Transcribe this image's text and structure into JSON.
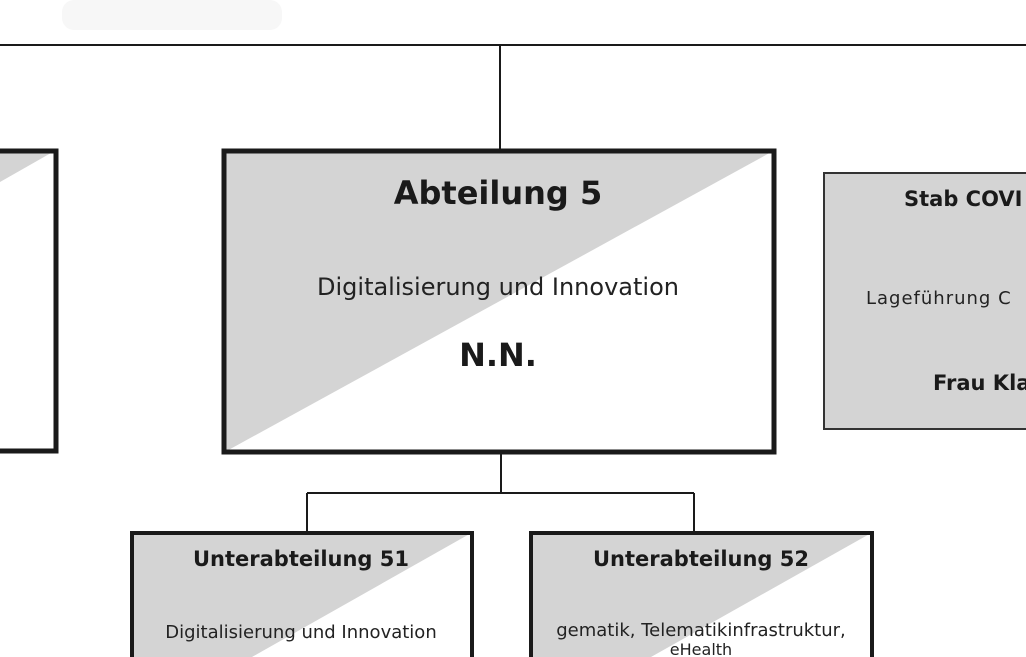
{
  "colors": {
    "box_fill": "#d4d4d4",
    "line": "#1a1a1a",
    "background": "#ffffff"
  },
  "abteilung5": {
    "title": "Abteilung 5",
    "description": "Digitalisierung und Innovation",
    "head": "N.N."
  },
  "stab": {
    "title": "Stab COVI",
    "description": "Lageführung C",
    "head": "Frau Kla"
  },
  "unterabteilungen": [
    {
      "title": "Unterabteilung 51",
      "description_lines": [
        "Digitalisierung und Innovation"
      ]
    },
    {
      "title": "Unterabteilung 52",
      "description_lines": [
        "gematik, Telematikinfrastruktur,",
        "eHealth"
      ]
    }
  ]
}
